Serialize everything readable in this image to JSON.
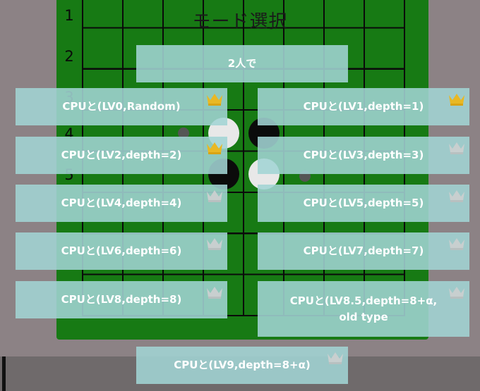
{
  "title": "モード選択",
  "row_labels": [
    "1",
    "2",
    "3",
    "4",
    "5"
  ],
  "colors": {
    "board": "#177a14",
    "button": "#a2d4d4",
    "crown_gold": "#e9b824",
    "crown_gray": "#c8cfcf"
  },
  "menu": {
    "two_player": "2人で",
    "buttons": [
      {
        "label": "CPUと(LV0,Random)",
        "crown": "gold-crown-icon"
      },
      {
        "label": "CPUと(LV1,depth=1)",
        "crown": "gold-crown-icon"
      },
      {
        "label": "CPUと(LV2,depth=2)",
        "crown": "gold-crown-icon"
      },
      {
        "label": "CPUと(LV3,depth=3)",
        "crown": "gray-crown-icon"
      },
      {
        "label": "CPUと(LV4,depth=4)",
        "crown": "gray-crown-icon"
      },
      {
        "label": "CPUと(LV5,depth=5)",
        "crown": "gray-crown-icon"
      },
      {
        "label": "CPUと(LV6,depth=6)",
        "crown": "gray-crown-icon"
      },
      {
        "label": "CPUと(LV7,depth=7)",
        "crown": "gray-crown-icon"
      },
      {
        "label": "CPUと(LV8,depth=8)",
        "crown": "gray-crown-icon"
      },
      {
        "label_line1": "CPUと(LV8.5,depth=8+α,",
        "label_line2": "old type",
        "crown": "gray-crown-icon"
      },
      {
        "label": "CPUと(LV9,depth=8+α)",
        "crown": "gray-crown-icon"
      }
    ]
  }
}
